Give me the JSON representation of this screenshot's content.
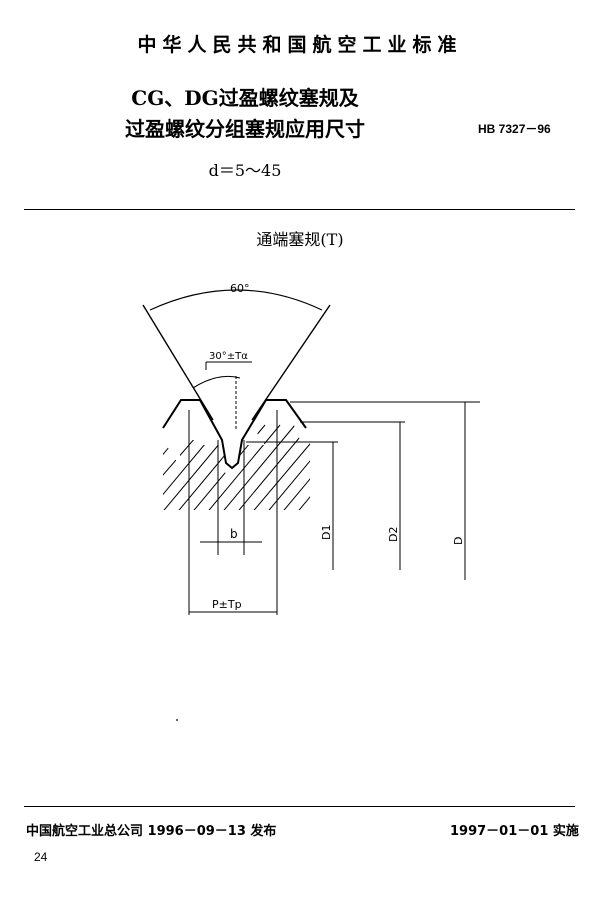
{
  "header": {
    "standard_body": "中华人民共和国航空工业标准",
    "title_line_1": "CG、DG过盈螺纹塞规及",
    "title_line_2": "过盈螺纹分组塞规应用尺寸",
    "standard_number": "HB 7327－96",
    "size_range": "d＝5～45"
  },
  "section": {
    "title": "通端塞规(T)"
  },
  "diagram": {
    "angle_label": "60°",
    "half_angle_label": "30°±Tα",
    "b_label": "b",
    "pitch_label": "P±Tp",
    "dim_d1": "D1",
    "dim_d2": "D2",
    "dim_d": "D"
  },
  "footer": {
    "issuer_date": "中国航空工业总公司 1996－09－13 发布",
    "effective_date": "1997－01－01 实施",
    "page_number": "24"
  }
}
